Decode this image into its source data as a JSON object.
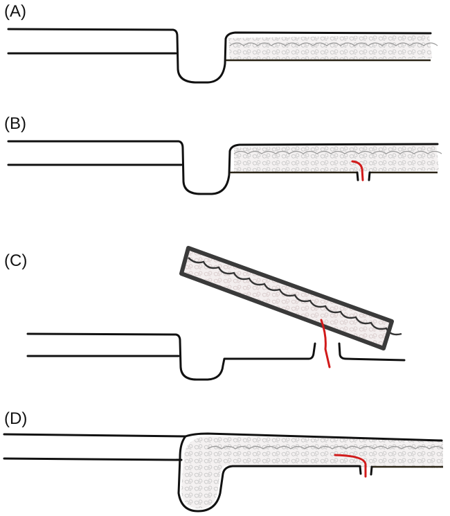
{
  "panels": [
    {
      "label": "(A)"
    },
    {
      "label": "(B)"
    },
    {
      "label": "(C)"
    },
    {
      "label": "(D)"
    }
  ],
  "colors": {
    "outline": "#111111",
    "flap_outline": "#3a3a3a",
    "tissue_fill": "#f4f1f1",
    "cell_texture": "#bdbdbd",
    "incision": "#d11a1a"
  }
}
